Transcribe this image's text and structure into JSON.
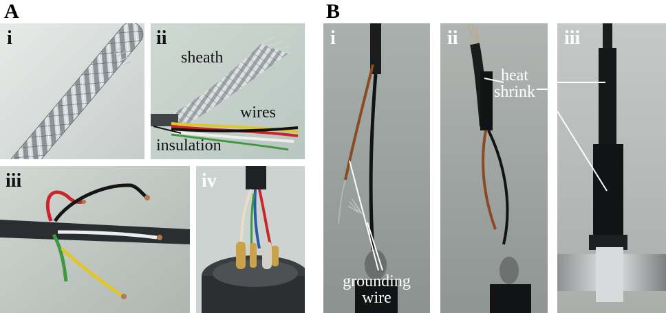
{
  "figure": {
    "panel_A_letter": "A",
    "panel_B_letter": "B",
    "A": {
      "i": {
        "label": "i"
      },
      "ii": {
        "label": "ii",
        "sheath": "sheath",
        "wires": "wires",
        "insulation": "insulation"
      },
      "iii": {
        "label": "iii"
      },
      "iv": {
        "label": "iv"
      }
    },
    "B": {
      "i": {
        "label": "i",
        "grounding_line1": "grounding",
        "grounding_line2": "wire"
      },
      "ii": {
        "label": "ii",
        "heat": "heat",
        "shrink": "shrink"
      },
      "iii": {
        "label": "iii"
      }
    }
  },
  "colors": {
    "label_dark": "#111111",
    "label_light": "#ffffff",
    "wire_red": "#c8262a",
    "wire_yellow": "#e0c62a",
    "wire_green": "#3f9a3f",
    "wire_white": "#eeeeee",
    "wire_black": "#111111",
    "copper": "#9a5a2e"
  }
}
